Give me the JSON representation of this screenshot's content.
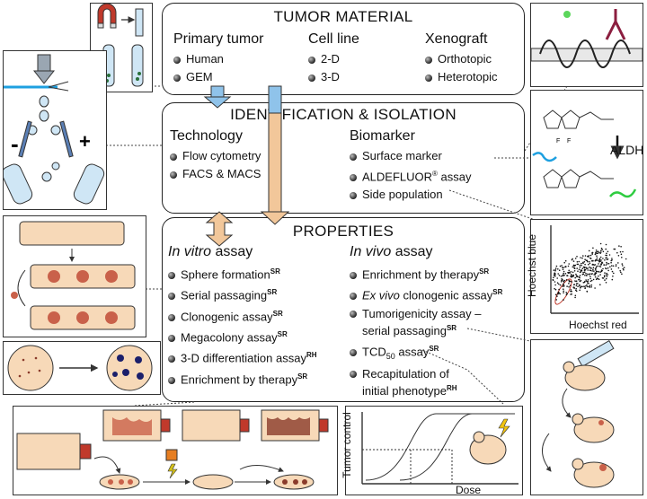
{
  "tumor": {
    "title": "TUMOR MATERIAL",
    "cols": [
      {
        "head": "Primary tumor",
        "items": [
          "Human",
          "GEM"
        ]
      },
      {
        "head": "Cell line",
        "items": [
          "2-D",
          "3-D"
        ]
      },
      {
        "head": "Xenograft",
        "items": [
          "Orthotopic",
          "Heterotopic"
        ]
      }
    ]
  },
  "identification": {
    "title": "IDENTIFICATION & ISOLATION",
    "technology": {
      "head": "Technology",
      "items": [
        "Flow cytometry",
        "FACS & MACS"
      ]
    },
    "biomarker": {
      "head": "Biomarker",
      "items": [
        "Surface marker",
        "ALDEFLUOR",
        "Side population"
      ],
      "aldefluor_mark": "®",
      "aldefluor_tail": " assay"
    }
  },
  "properties": {
    "title": "PROPERTIES",
    "invitro": {
      "head_em": "In vitro",
      "head_rest": " assay",
      "items": [
        {
          "text": "Sphere formation",
          "sup": "SR"
        },
        {
          "text": "Serial passaging",
          "sup": "SR"
        },
        {
          "text": "Clonogenic assay",
          "sup": "SR"
        },
        {
          "text": "Megacolony assay",
          "sup": "SR"
        },
        {
          "text": "3-D differentiation assay",
          "sup": "RH"
        },
        {
          "text": "Enrichment by therapy",
          "sup": "SR"
        }
      ]
    },
    "invivo": {
      "head_em": "In vivo",
      "head_rest": " assay",
      "items": [
        {
          "text": "Enrichment by therapy",
          "sup": "SR"
        },
        {
          "em": "Ex vivo",
          "text": " clonogenic assay",
          "sup": "SR"
        },
        {
          "text": "Tumorigenicity assay –",
          "line2": "serial passaging",
          "sup": "SR"
        },
        {
          "text": "TCD",
          "sub": "50",
          "text2": " assay",
          "sup": "SR"
        },
        {
          "text": "Recapitulation of",
          "line2": "initial phenotype",
          "sup": "RH"
        }
      ]
    }
  },
  "aldh_label": "ALDH",
  "hoechst_plot": {
    "ylabel": "Hoechst blue",
    "xlabel": "Hoechst red"
  },
  "tcd_plot": {
    "ylabel": "Tumor control",
    "xlabel": "Dose"
  },
  "colors": {
    "arrow_fill": "#f2c79a",
    "arrow_blue": "#8fc3ea",
    "dish": "#f7d9b8",
    "colony": "#c9614a",
    "dark_dot": "#1b1f6b"
  }
}
